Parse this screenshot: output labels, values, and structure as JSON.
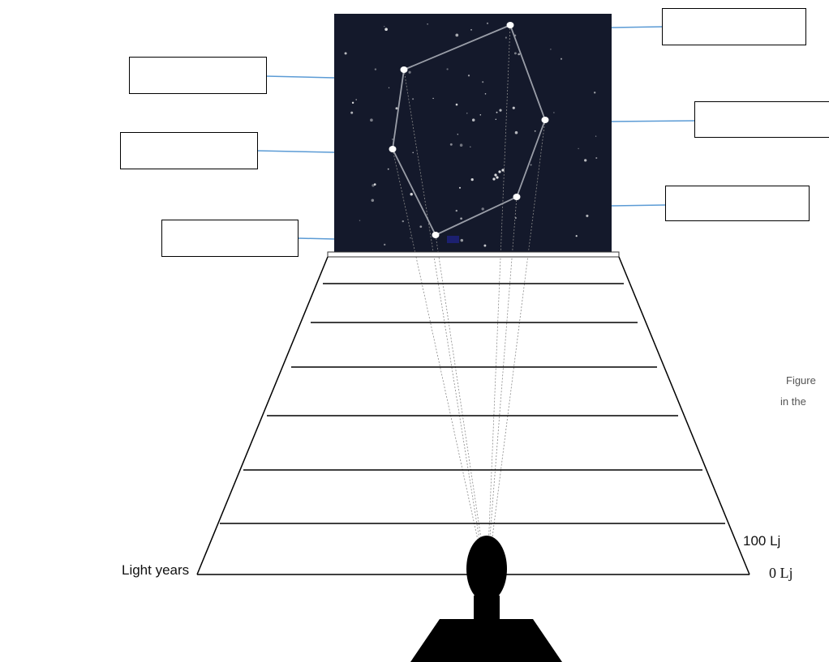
{
  "figure": {
    "caption_lines": [
      "Figure",
      "in the"
    ],
    "distance_axis": {
      "label": "Light years",
      "ticks": [
        {
          "label": "100 Lj",
          "value": 100
        },
        {
          "label": "0 Lj",
          "value": 0
        }
      ]
    },
    "label_boxes": [
      {
        "side": "left",
        "text": ""
      },
      {
        "side": "left",
        "text": ""
      },
      {
        "side": "left",
        "text": ""
      },
      {
        "side": "right",
        "text": ""
      },
      {
        "side": "right",
        "text": ""
      },
      {
        "side": "right",
        "text": ""
      }
    ],
    "colors": {
      "sky": "#14192b",
      "constellation_line": "#9a9ea8",
      "leader_line": "#5b9bd5",
      "grid": "#000000",
      "observer": "#000000"
    }
  }
}
